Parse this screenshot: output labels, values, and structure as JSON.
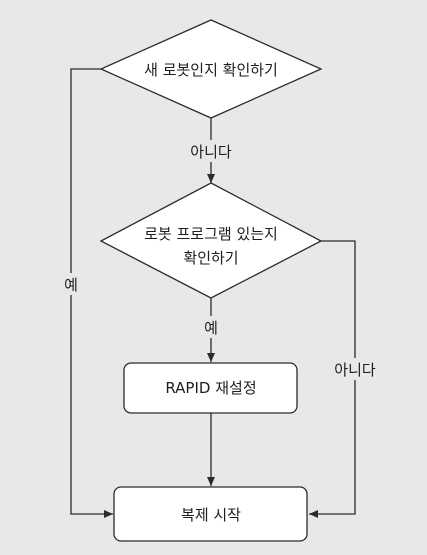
{
  "colors": {
    "background": "#e8e8e8",
    "node_fill": "#ffffff",
    "stroke": "#2b2b2b",
    "text": "#1e1e1e"
  },
  "nodes": {
    "decision_new_robot": {
      "text": "새 로봇인지 확인하기"
    },
    "decision_robot_program": {
      "line1": "로봇 프로그램 있는지",
      "line2": "확인하기"
    },
    "process_rapid_reset": {
      "text": "RAPID 재설정"
    },
    "process_start_copy": {
      "text": "복제 시작"
    }
  },
  "edges": {
    "new_robot_no": "아니다",
    "new_robot_yes": "예",
    "program_yes": "예",
    "program_no": "아니다"
  }
}
